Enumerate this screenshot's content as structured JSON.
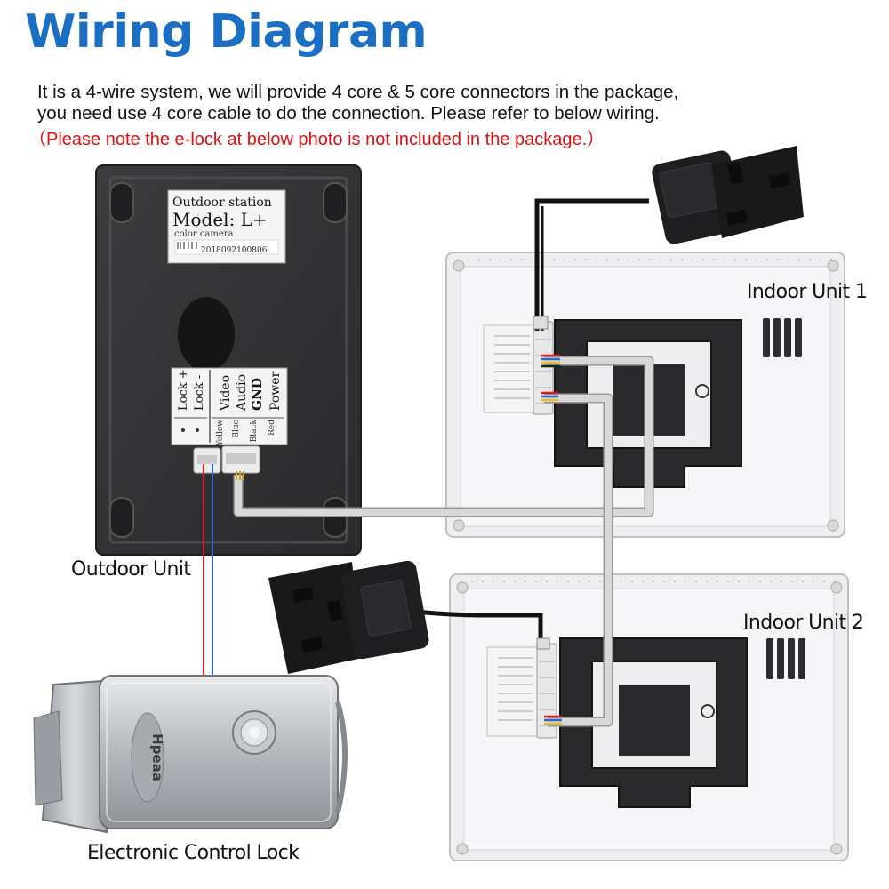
{
  "header": {
    "title": "Wiring Diagram",
    "line1": "It is a 4-wire system, we will provide 4 core & 5 core connectors in the package,",
    "line2": "you need use 4 core cable to do the connection. Please refer to below wiring.",
    "note": "（Please note the e-lock at below photo is not included in the package.）"
  },
  "captions": {
    "outdoor_unit": "Outdoor Unit",
    "indoor_unit_1": "Indoor Unit 1",
    "indoor_unit_2": "Indoor Unit 2",
    "lock": "Electronic Control Lock"
  },
  "outdoor_label": {
    "line1": "Outdoor station",
    "line2": "Model:  L+",
    "line3": "color camera",
    "serial": "2018092100806"
  },
  "terminal_label": {
    "lock_plus": "Lock +",
    "lock_minus": "Lock -",
    "video": "Video",
    "audio": "Audio",
    "gnd": "GND",
    "power": "Power",
    "yellow": "Yellow",
    "blue": "Blue",
    "black": "Black",
    "red": "Red"
  },
  "lock_brand": "Hpeaa",
  "colors": {
    "title": "#1a6fc4",
    "note": "#e01010",
    "wire_red": "#d42020",
    "wire_blue": "#2a6ad0",
    "cable": "#d0d0d0"
  }
}
